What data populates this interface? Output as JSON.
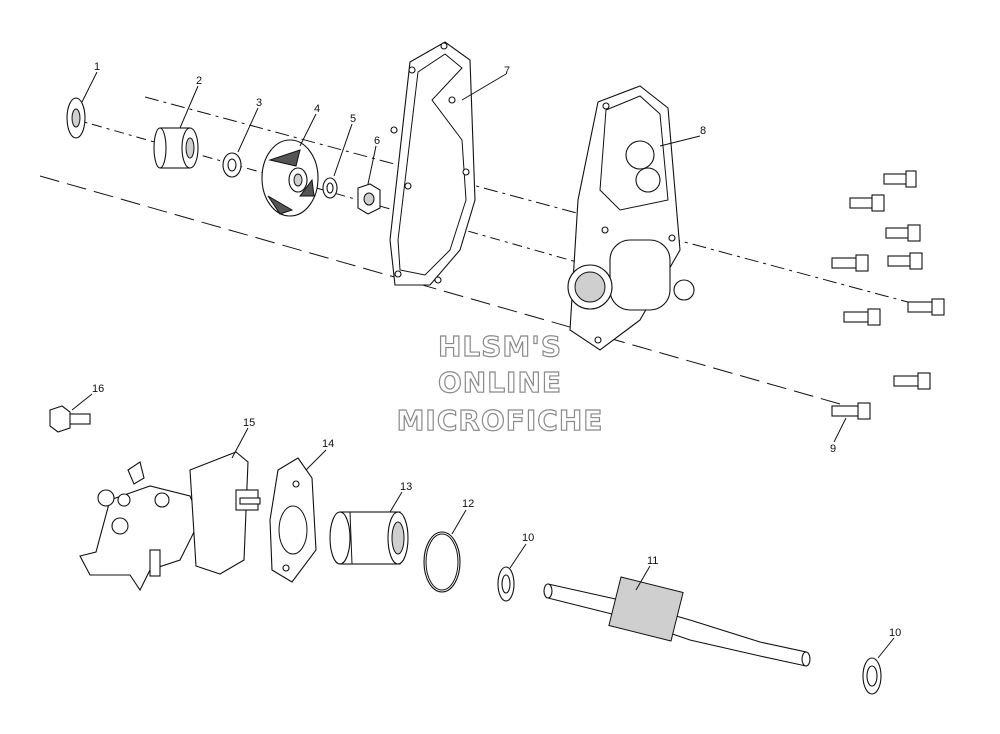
{
  "callouts": [
    "1",
    "2",
    "3",
    "4",
    "5",
    "6",
    "7",
    "8",
    "9",
    "10",
    "11",
    "12",
    "13",
    "14",
    "15",
    "16",
    "10"
  ],
  "watermark": {
    "line1": "HLSM'S",
    "line2": "ONLINE",
    "line3": "MICROFICHE"
  },
  "colors": {
    "line": "#111111",
    "watermark_outline": "#8a8a8a",
    "background": "#ffffff"
  }
}
